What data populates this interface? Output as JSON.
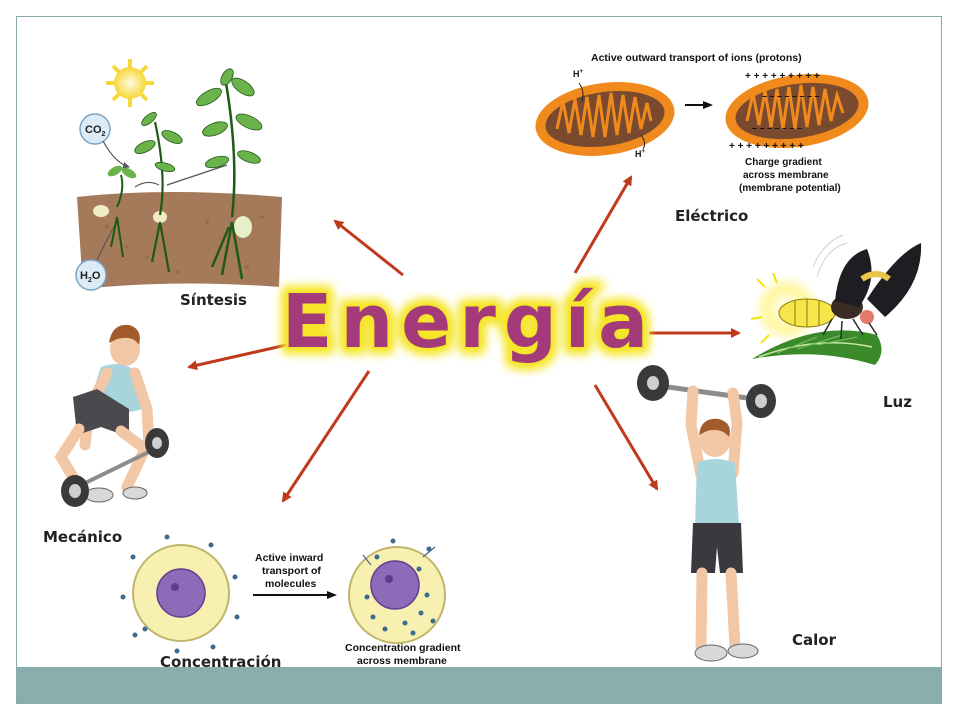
{
  "colors": {
    "arrow": "#c0391b",
    "footer": "#8aaeae",
    "border": "#8aa9ad",
    "title_fill": "#a43a7a",
    "title_glow": "#f5e629",
    "mito_outer": "#f08a1c",
    "mito_inner": "#7a4a2f",
    "soil": "#a47a5a",
    "cell_outer": "#f7f0b0",
    "nucleus": "#8d6bb8"
  },
  "title": "Energía",
  "labels": {
    "sintesis": "Síntesis",
    "electrico": "Eléctrico",
    "luz": "Luz",
    "mecanico": "Mecánico",
    "concentracion": "Concentración",
    "calor": "Calor"
  },
  "photosynthesis": {
    "co2": "CO",
    "co2_sub": "2",
    "h2o_h": "H",
    "h2o_sub": "2",
    "h2o_o": "O"
  },
  "mitochondria": {
    "title": "Active outward transport of ions (protons)",
    "proton": "H",
    "proton_sup": "+",
    "gradient_1": "Charge gradient",
    "gradient_2": "across membrane",
    "gradient_3": "(membrane potential)"
  },
  "cells": {
    "transport_1": "Active inward",
    "transport_2": "transport of",
    "transport_3": "molecules",
    "gradient_1": "Concentration gradient",
    "gradient_2": "across membrane"
  }
}
